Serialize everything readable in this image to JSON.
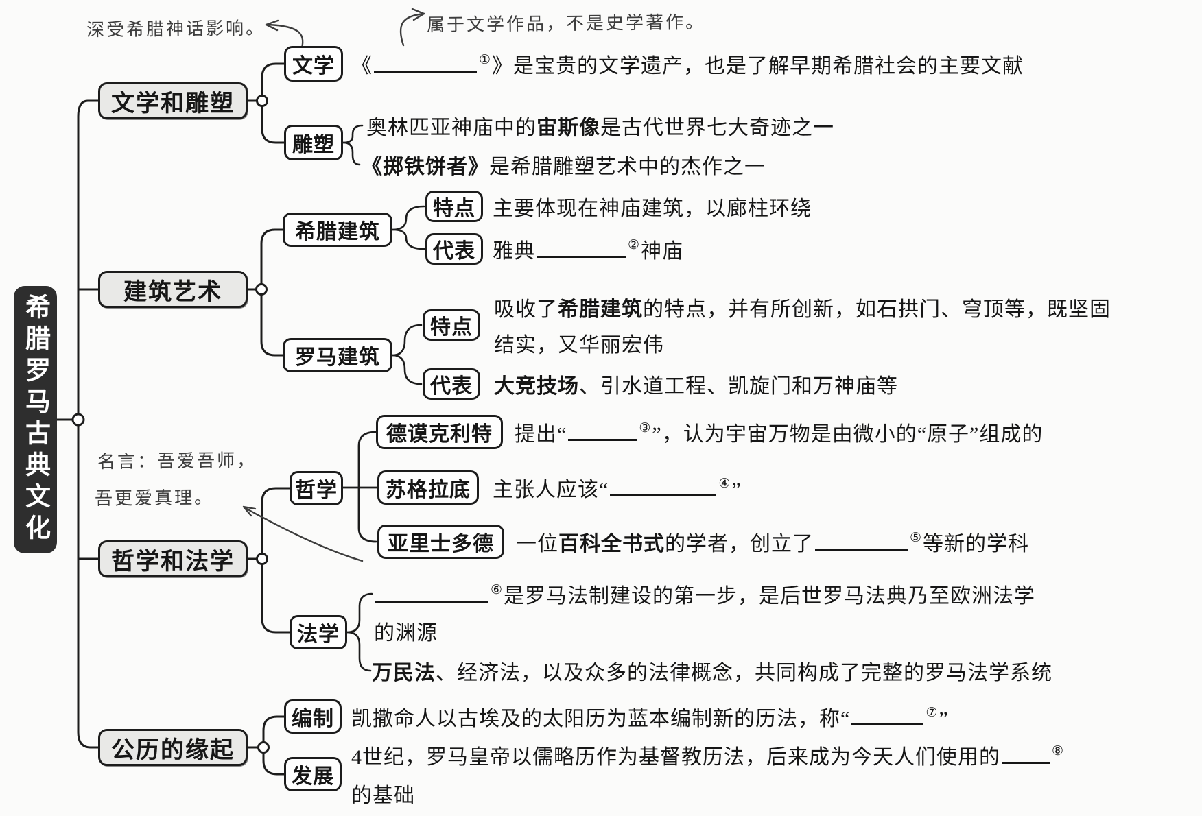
{
  "colors": {
    "background": "#fbfbfa",
    "root_fill": "#2e2e2e",
    "root_text": "#ffffff",
    "branch_fill": "#e9e9e7",
    "node_fill": "#fefefe",
    "line_color": "#1c1c1c",
    "handwriting_color": "#3d3d3d"
  },
  "root": {
    "label": "希腊罗马古典文化"
  },
  "annotations": {
    "myth_note": "深受希腊神话影响。",
    "literary_note": "属于文学作品，不是史学著作。",
    "aristotle_quote_line1": "名言：吾爱吾师，",
    "aristotle_quote_line2": "吾更爱真理。"
  },
  "branch1": {
    "label": "文学和雕塑",
    "literature": {
      "label": "文学",
      "line": [
        {
          "t": "《"
        },
        {
          "blank": 150,
          "num": "①"
        },
        {
          "t": "》是宝贵的文学遗产，也是了解早期希腊社会的主要文献"
        }
      ]
    },
    "sculpture": {
      "label": "雕塑",
      "line1": [
        {
          "t": "奥林匹亚神庙中的"
        },
        {
          "t": "宙斯像",
          "b": true
        },
        {
          "t": "是古代世界七大奇迹之一"
        }
      ],
      "line2": [
        {
          "t": "《掷铁饼者》",
          "b": true
        },
        {
          "t": "是希腊雕塑艺术中的杰作之一"
        }
      ]
    }
  },
  "branch2": {
    "label": "建筑艺术",
    "greek": {
      "label": "希腊建筑",
      "feature_label": "特点",
      "feature_line": [
        {
          "t": "主要体现在神庙建筑，以廊柱环绕"
        }
      ],
      "rep_label": "代表",
      "rep_line": [
        {
          "t": "雅典"
        },
        {
          "blank": 130,
          "num": "②"
        },
        {
          "t": "神庙"
        }
      ]
    },
    "roman": {
      "label": "罗马建筑",
      "feature_label": "特点",
      "feature_line1": [
        {
          "t": "吸收了"
        },
        {
          "t": "希腊建筑",
          "b": true
        },
        {
          "t": "的特点，并有所创新，如石拱门、穹顶等，既坚固"
        }
      ],
      "feature_line2": [
        {
          "t": "结实，又华丽宏伟"
        }
      ],
      "rep_label": "代表",
      "rep_line": [
        {
          "t": "大竞技场",
          "b": true
        },
        {
          "t": "、引水道工程、凯旋门和万神庙等"
        }
      ]
    }
  },
  "branch3": {
    "label": "哲学和法学",
    "philosophy": {
      "label": "哲学",
      "democritus": {
        "label": "德谟克利特",
        "line": [
          {
            "t": "提出“"
          },
          {
            "blank": 100,
            "num": "③"
          },
          {
            "t": "”，认为宇宙万物是由微小的“原子”组成的"
          }
        ]
      },
      "socrates": {
        "label": "苏格拉底",
        "line": [
          {
            "t": "主张人应该“"
          },
          {
            "blank": 155,
            "num": "④"
          },
          {
            "t": "”"
          }
        ]
      },
      "aristotle": {
        "label": "亚里士多德",
        "line": [
          {
            "t": "一位"
          },
          {
            "t": "百科全书式",
            "b": true
          },
          {
            "t": "的学者，创立了"
          },
          {
            "blank": 135,
            "num": "⑤"
          },
          {
            "t": "等新的学科"
          }
        ]
      }
    },
    "law": {
      "label": "法学",
      "line1a": [
        {
          "blank": 165,
          "num": "⑥"
        },
        {
          "t": "是罗马法制建设的第一步，是后世罗马法典乃至欧洲法学"
        }
      ],
      "line1b": [
        {
          "t": "的渊源"
        }
      ],
      "line2": [
        {
          "t": "万民法",
          "b": true
        },
        {
          "t": "、经济法，以及众多的法律概念，共同构成了完整的罗马法学系统"
        }
      ]
    }
  },
  "branch4": {
    "label": "公历的缘起",
    "compile": {
      "label": "编制",
      "line": [
        {
          "t": "凯撒命人以古埃及的太阳历为蓝本编制新的历法，称“"
        },
        {
          "blank": 105,
          "num": "⑦"
        },
        {
          "t": "”"
        }
      ]
    },
    "develop": {
      "label": "发展",
      "line1": [
        {
          "t": "4世纪，罗马皇帝以儒略历作为基督教历法，后来成为今天人们使用的"
        },
        {
          "blank": 70,
          "num": "⑧"
        }
      ],
      "line2": [
        {
          "t": "的基础"
        }
      ]
    }
  }
}
